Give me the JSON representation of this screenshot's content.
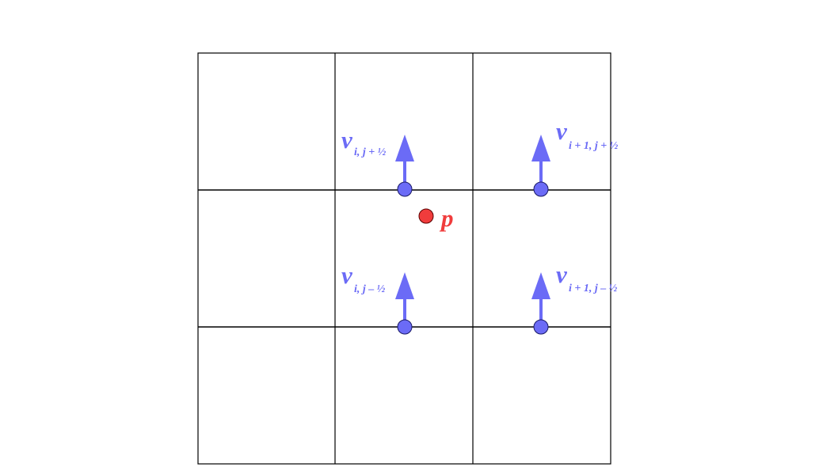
{
  "colors": {
    "background": "#ffffff",
    "grid_line": "#000000",
    "velocity": "#6b6bf6",
    "pressure": "#f03c3c"
  },
  "grid": {
    "rows": 3,
    "cols": 3
  },
  "labels": {
    "pressure": {
      "symbol": "p"
    },
    "v_i_jplus": {
      "symbol": "v",
      "subscript": "i, j + ½"
    },
    "v_iplus_jplus": {
      "symbol": "v",
      "subscript": "i + 1, j + ½"
    },
    "v_i_jminus": {
      "symbol": "v",
      "subscript": "i, j – ½"
    },
    "v_iplus_jminus": {
      "symbol": "v",
      "subscript": "i + 1, j – ½"
    }
  }
}
